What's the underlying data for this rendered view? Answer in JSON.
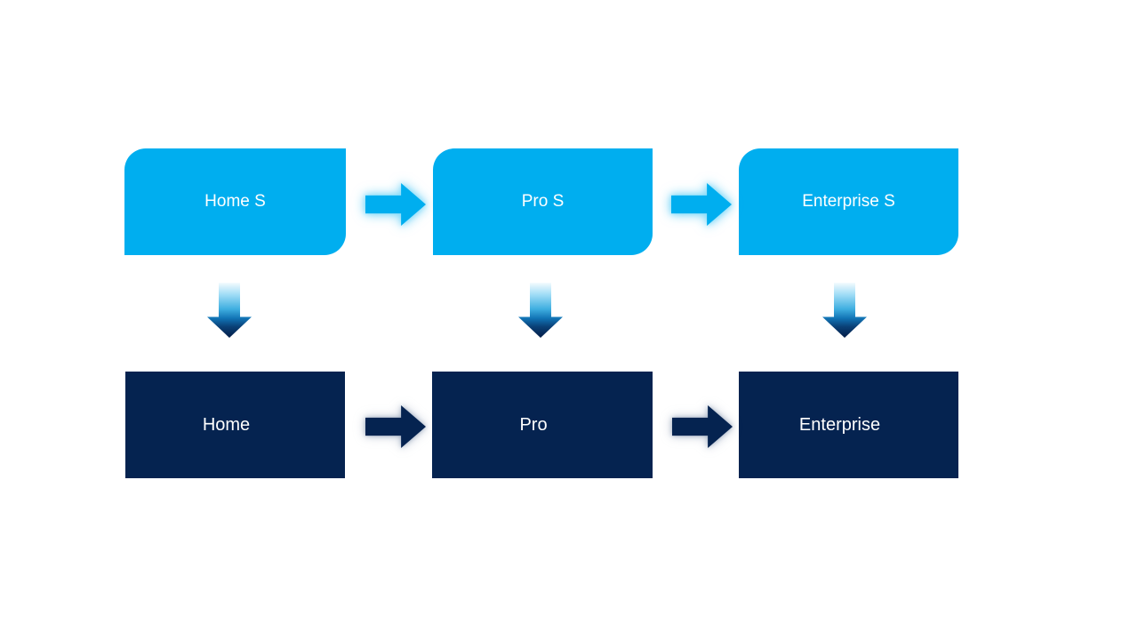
{
  "diagram": {
    "type": "process-flow",
    "background_color": "#FFFFFF",
    "colors": {
      "primary_light": "#00AEEF",
      "primary_dark": "#052350",
      "label_text": "#FFFFFF",
      "down_arrow_gradient": [
        "#F4FBFE",
        "#3FAEE0",
        "#052350"
      ]
    },
    "top_row": [
      {
        "label": "Home S"
      },
      {
        "label": "Pro S"
      },
      {
        "label": "Enterprise S"
      }
    ],
    "bottom_row": [
      {
        "label": "Home"
      },
      {
        "label": "Pro"
      },
      {
        "label": "Enterprise"
      }
    ],
    "connectors": {
      "horizontal_top": {
        "icon": "right-arrow-icon",
        "count": 2,
        "color": "#00AEEF"
      },
      "horizontal_bottom": {
        "icon": "right-arrow-icon",
        "count": 2,
        "color": "#052350"
      },
      "vertical": {
        "icon": "down-arrow-icon",
        "count": 3
      }
    }
  }
}
